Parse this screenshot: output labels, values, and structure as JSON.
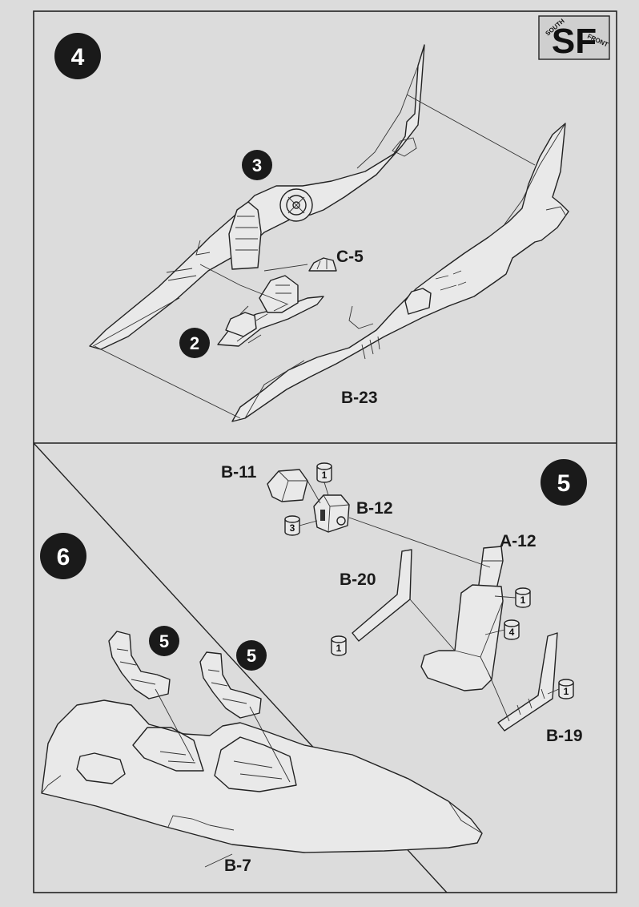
{
  "logo": {
    "monogram": "SF",
    "line1": "SOUTH",
    "line2": "FRONT"
  },
  "steps": {
    "step4": "4",
    "step5": "5",
    "step6": "6",
    "sub3": "3",
    "sub2": "2",
    "seat_a": "5",
    "seat_b": "5"
  },
  "parts": {
    "c5": "C-5",
    "b23": "B-23",
    "b11": "B-11",
    "b12": "B-12",
    "a12": "A-12",
    "b20": "B-20",
    "b19": "B-19",
    "b7": "B-7"
  },
  "quantities": {
    "b11": "1",
    "b12": "3",
    "a12": "1",
    "seat": "4",
    "b20": "1",
    "b19": "1"
  },
  "colors": {
    "paper": "#dcdcdc",
    "ink": "#1a1a1a",
    "badge": "#1a1a1a"
  }
}
